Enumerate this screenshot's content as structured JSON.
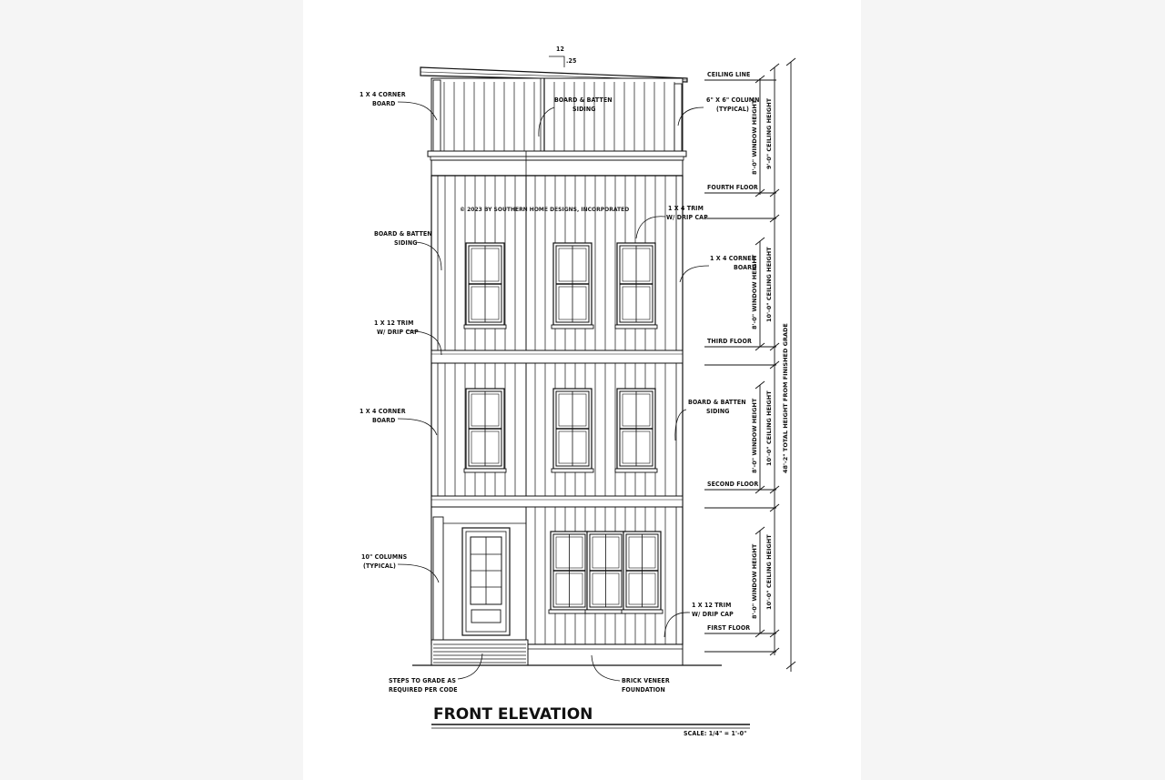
{
  "title": "FRONT ELEVATION",
  "scale": "SCALE: 1/4\" = 1'-0\"",
  "copyright": "© 2023 BY SOUTHERN HOME DESIGNS, INCORPORATED",
  "pitch": {
    "rise": "12",
    "run": ".25"
  },
  "labels_left": {
    "corner_top": [
      "1 X 4 CORNER",
      "BOARD"
    ],
    "siding_upper": [
      "BOARD & BATTEN",
      "SIDING"
    ],
    "trim_1x12": [
      "1 X 12 TRIM",
      "W/ DRIP CAP"
    ],
    "corner_lower": [
      "1 X 4 CORNER",
      "BOARD"
    ],
    "columns": [
      "10\" COLUMNS",
      "(TYPICAL)"
    ],
    "steps": [
      "STEPS TO GRADE AS",
      "REQUIRED PER CODE"
    ]
  },
  "labels_center": {
    "siding_top": [
      "BOARD & BATTEN",
      "SIDING"
    ],
    "brick": [
      "BRICK VENEER",
      "FOUNDATION"
    ]
  },
  "labels_right": {
    "column_6x6": [
      "6\" X 6\" COLUMN",
      "(TYPICAL)"
    ],
    "trim_1x4": [
      "1 X 4 TRIM",
      "W/ DRIP CAP"
    ],
    "corner_right": [
      "1 X 4 CORNER",
      "BOARD"
    ],
    "siding_right": [
      "BOARD & BATTEN",
      "SIDING"
    ],
    "trim_1x12_right": [
      "1 X 12 TRIM",
      "W/ DRIP CAP"
    ]
  },
  "levels": {
    "ceiling": "CEILING LINE",
    "fourth": "FOURTH FLOOR",
    "third": "THIRD FLOOR",
    "second": "SECOND FLOOR",
    "first": "FIRST FLOOR"
  },
  "dimensions": {
    "window_height": "8'-0\" WINDOW HEIGHT",
    "ceiling_9": "9'-0\" CEILING HEIGHT",
    "ceiling_10": "10'-0\" CEILING HEIGHT",
    "total": "48'-2\" TOTAL HEIGHT FROM FINISHED GRADE"
  }
}
